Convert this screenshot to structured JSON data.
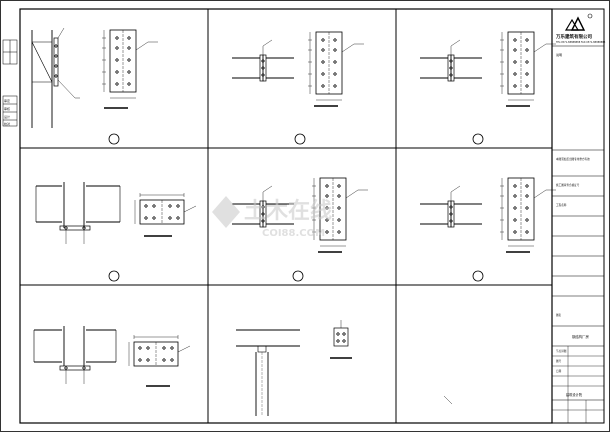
{
  "title_block": {
    "company_name": "万乐建筑有限公司",
    "company_info": "TEL:0571-88888888 FAX:0571-88888888",
    "row_notes": "说明",
    "seal_note": "本图须加盖出图专用章方有效",
    "approval_note": "施工图审查合格证号",
    "project_label": "工程名称",
    "project_name": "钢结构厂房",
    "drawing_label": "图名",
    "drawing_title": "节点详图",
    "sheet_no_label": "图号",
    "date_label": "日期",
    "bottom_title": "建筑设计院",
    "left_labels": [
      "审定",
      "审核",
      "设计",
      "校对"
    ]
  },
  "watermark": {
    "cn": "土木在线",
    "en": "COI88.COM"
  },
  "panels": [
    {
      "id": "p1"
    },
    {
      "id": "p2"
    },
    {
      "id": "p3"
    },
    {
      "id": "p4"
    },
    {
      "id": "p5"
    },
    {
      "id": "p6"
    },
    {
      "id": "p7"
    },
    {
      "id": "p8"
    },
    {
      "id": "p9"
    }
  ]
}
